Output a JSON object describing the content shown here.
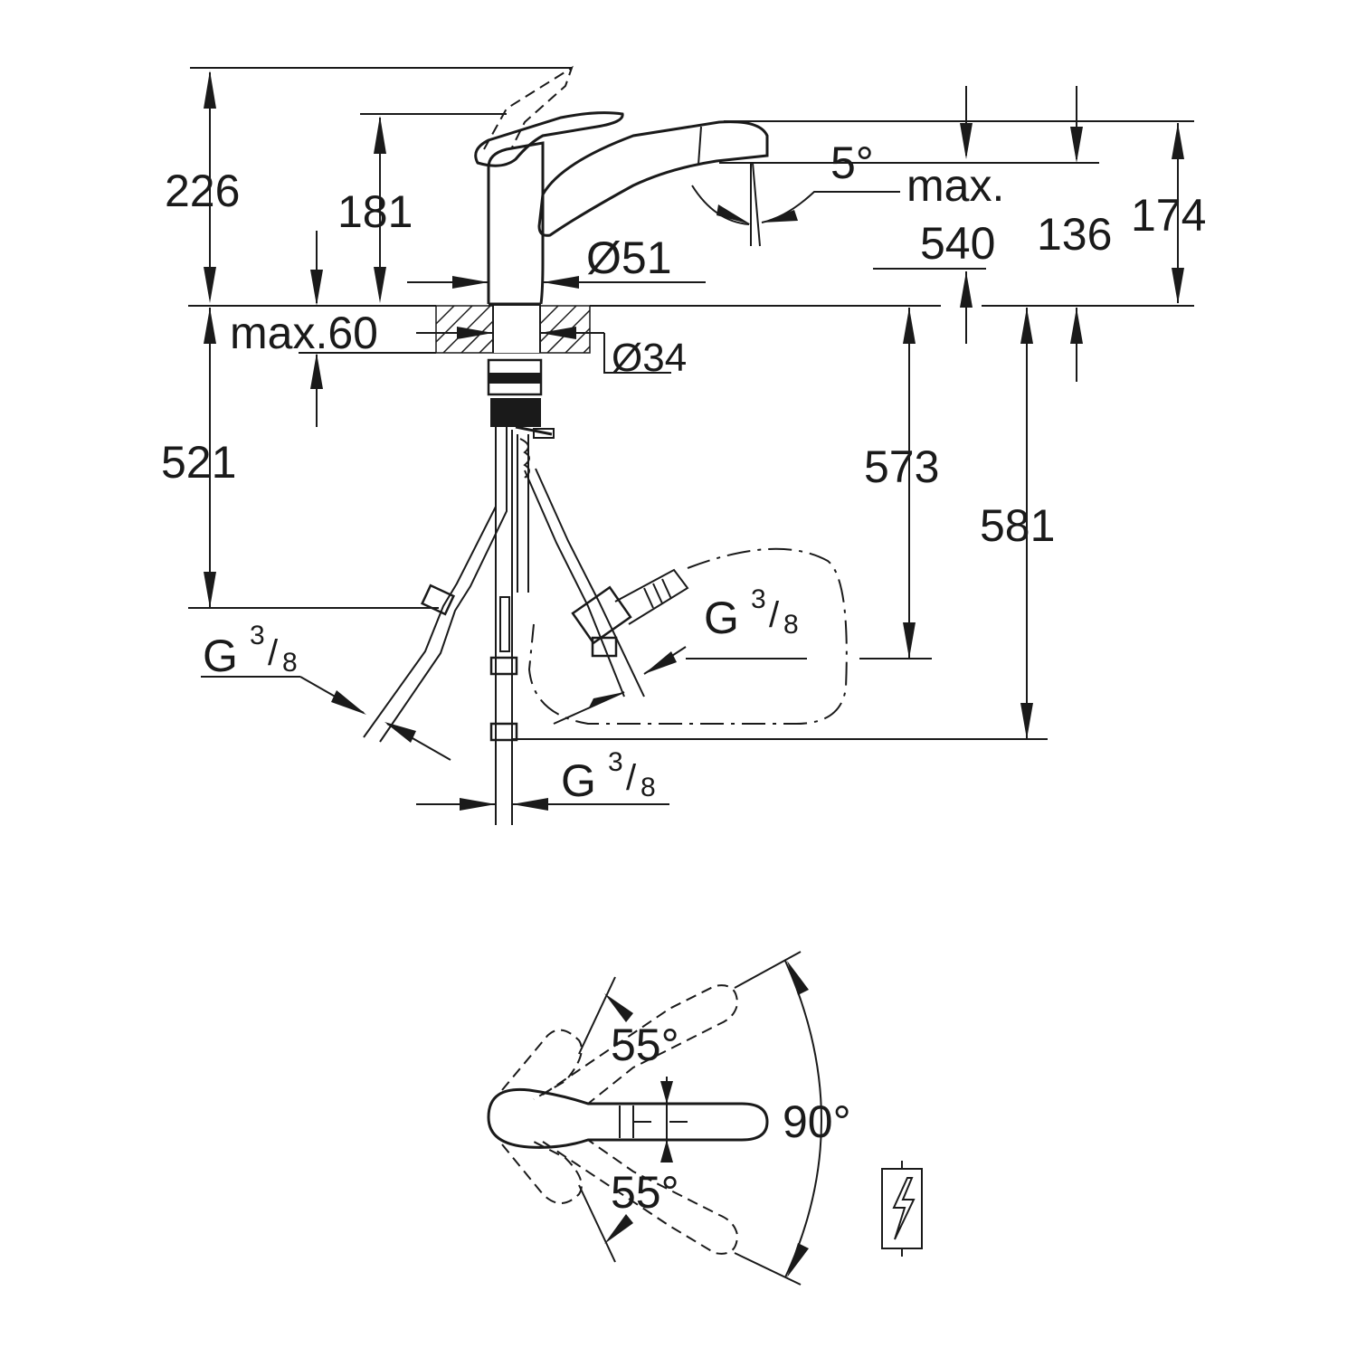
{
  "side_view": {
    "dimensions": {
      "total_height": "226",
      "spout_height": "181",
      "deck_thickness": "max.60",
      "body_diameter": "Ø51",
      "hole_diameter": "Ø34",
      "below_deck_length": "521",
      "right_connection_drop": "573",
      "outer_drop": "581",
      "spout_angle": "5°",
      "reach_prefix": "max.",
      "reach": "540",
      "outlet_height": "136",
      "head_height": "174"
    },
    "connections": [
      {
        "base": "G",
        "numerator": "3",
        "denominator": "8"
      },
      {
        "base": "G",
        "numerator": "3",
        "denominator": "8"
      },
      {
        "base": "G",
        "numerator": "3",
        "denominator": "8"
      }
    ]
  },
  "top_view": {
    "angles": {
      "upper": "55°",
      "lower": "55°",
      "total": "90°"
    },
    "icons": [
      "electric-symbol-icon"
    ]
  }
}
